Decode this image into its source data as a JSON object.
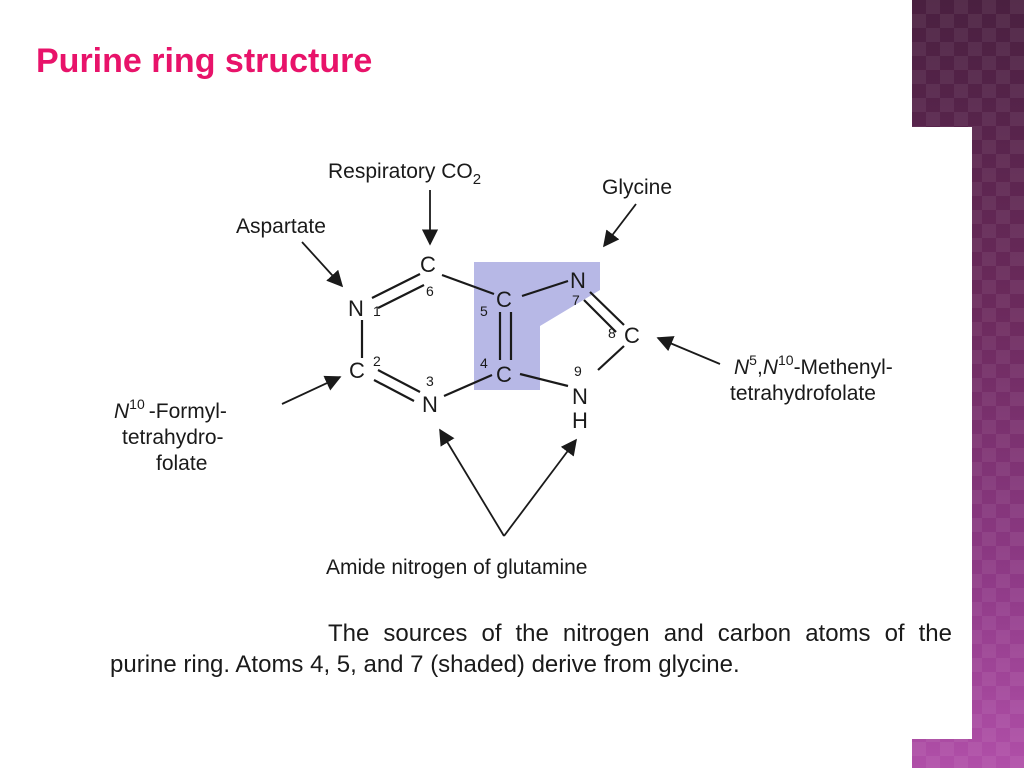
{
  "slide": {
    "title": "Purine ring structure",
    "title_color": "#e8136a",
    "accent_band_color": "#7a3070"
  },
  "diagram": {
    "sources": {
      "respiratory_co2": {
        "base": "Respiratory CO",
        "sub": "2"
      },
      "glycine": "Glycine",
      "aspartate": "Aspartate",
      "formyl_thf": {
        "sup": "10",
        "line1": "-Formyl-",
        "line2": "tetrahydro-",
        "line3": "folate"
      },
      "methenyl_thf": {
        "sup1": "5",
        "sup2": "10",
        "line1": "-Methenyl-",
        "line2": "tetrahydrofolate"
      },
      "glutamine": "Amide nitrogen of glutamine"
    },
    "atoms": {
      "n1": {
        "symbol": "N",
        "number": "1"
      },
      "c2": {
        "symbol": "C",
        "number": "2"
      },
      "n3": {
        "symbol": "N",
        "number": "3"
      },
      "c4": {
        "symbol": "C",
        "number": "4"
      },
      "c5": {
        "symbol": "C",
        "number": "5"
      },
      "c6": {
        "symbol": "C",
        "number": "6"
      },
      "n7": {
        "symbol": "N",
        "number": "7"
      },
      "c8": {
        "symbol": "C",
        "number": "8"
      },
      "n9": {
        "symbol": "N",
        "number": "9",
        "h": "H"
      }
    },
    "nitrogen_symbol": "N",
    "shading_color": "#b7b8e6"
  },
  "caption": "The sources of the nitrogen and carbon atoms of the purine ring. Atoms 4, 5, and 7 (shaded) derive from glycine."
}
